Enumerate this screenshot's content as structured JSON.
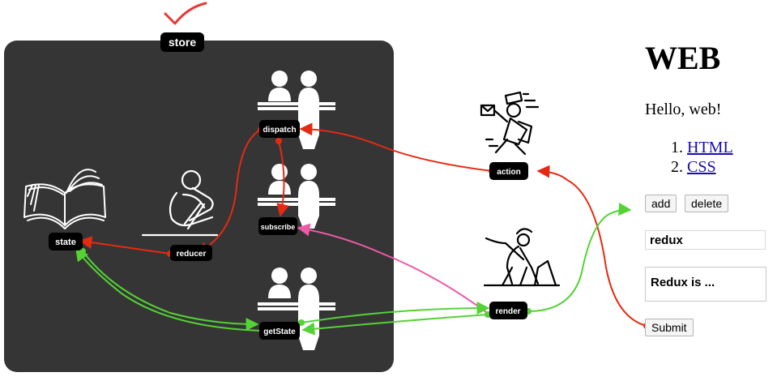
{
  "diagram": {
    "store_label": "store",
    "nodes": {
      "dispatch": "dispatch",
      "subscribe": "subscribe",
      "get_state": "getState",
      "state": "state",
      "reducer": "reducer",
      "action": "action",
      "render": "render"
    },
    "colors": {
      "store_box": "#353535",
      "action_flow": "#e52a12",
      "state_flow": "#55d236",
      "subscribe_flow": "#ee5aa8",
      "check_mark": "#e53935"
    },
    "icons": [
      "check-icon",
      "book-icon",
      "writer-icon",
      "counter-clerk-icon",
      "courier-icon",
      "worker-icon"
    ]
  },
  "web": {
    "title": "WEB",
    "greeting": "Hello, web!",
    "topics": [
      "HTML",
      "CSS"
    ],
    "add_button": "add",
    "delete_button": "delete",
    "title_value": "redux",
    "description_value": "Redux is ...",
    "submit_button": "Submit"
  }
}
